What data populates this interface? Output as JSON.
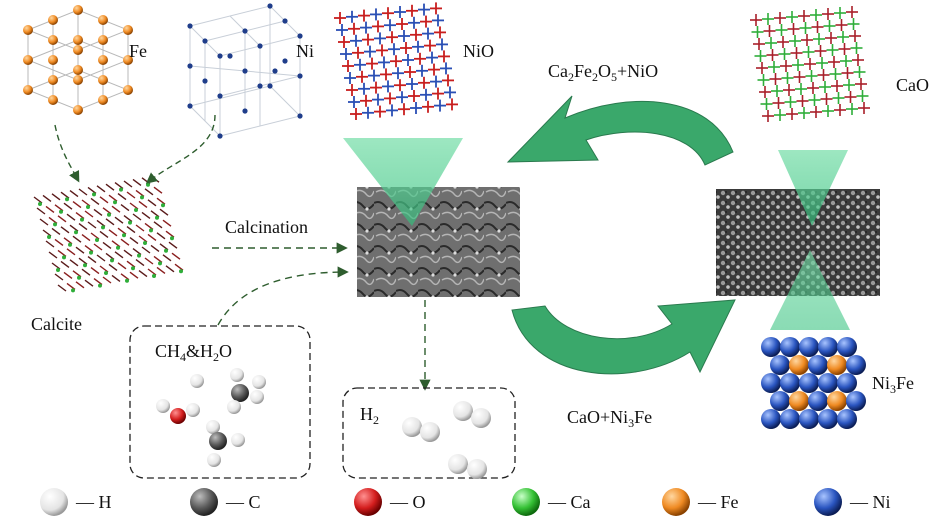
{
  "labels": {
    "fe": "Fe",
    "ni": "Ni",
    "nio": "NiO",
    "cao": "CaO",
    "calcination": "Calcination",
    "calcite": "Calcite",
    "top_arrow_prefix": "Ca",
    "top_arrow_sub1": "2",
    "top_arrow_mid": "Fe",
    "top_arrow_sub2": "2",
    "top_arrow_o": "O",
    "top_arrow_sub3": "5",
    "top_arrow_suffix": "+NiO",
    "bottom_arrow_prefix": "CaO+Ni",
    "bottom_arrow_sub": "3",
    "bottom_arrow_suffix": "Fe",
    "ni3fe_prefix": "Ni",
    "ni3fe_sub": "3",
    "ni3fe_suffix": "Fe",
    "ch4_c": "CH",
    "ch4_sub": "4",
    "ch4_amp": "&H",
    "ch4_sub2": "2",
    "ch4_o": "O",
    "h2_h": "H",
    "h2_sub": "2"
  },
  "legend": [
    {
      "symbol": "H",
      "dash": "— H",
      "color": "#f2f2f2"
    },
    {
      "symbol": "C",
      "dash": "— C",
      "color": "#555555"
    },
    {
      "symbol": "O",
      "dash": "— O",
      "color": "#d42020"
    },
    {
      "symbol": "Ca",
      "dash": "— Ca",
      "color": "#3cc23c"
    },
    {
      "symbol": "Fe",
      "dash": "— Fe",
      "color": "#f08a24"
    },
    {
      "symbol": "Ni",
      "dash": "— Ni",
      "color": "#2a4fb5"
    }
  ],
  "colors": {
    "arrow_green": "#3aa86b",
    "beam_green": "#5fd39a",
    "fe_atom": "#d9822b",
    "ni_atom": "#1f3d8a",
    "sem_dark": "#2b2b2b",
    "sem_mid": "#7a7a7a"
  }
}
